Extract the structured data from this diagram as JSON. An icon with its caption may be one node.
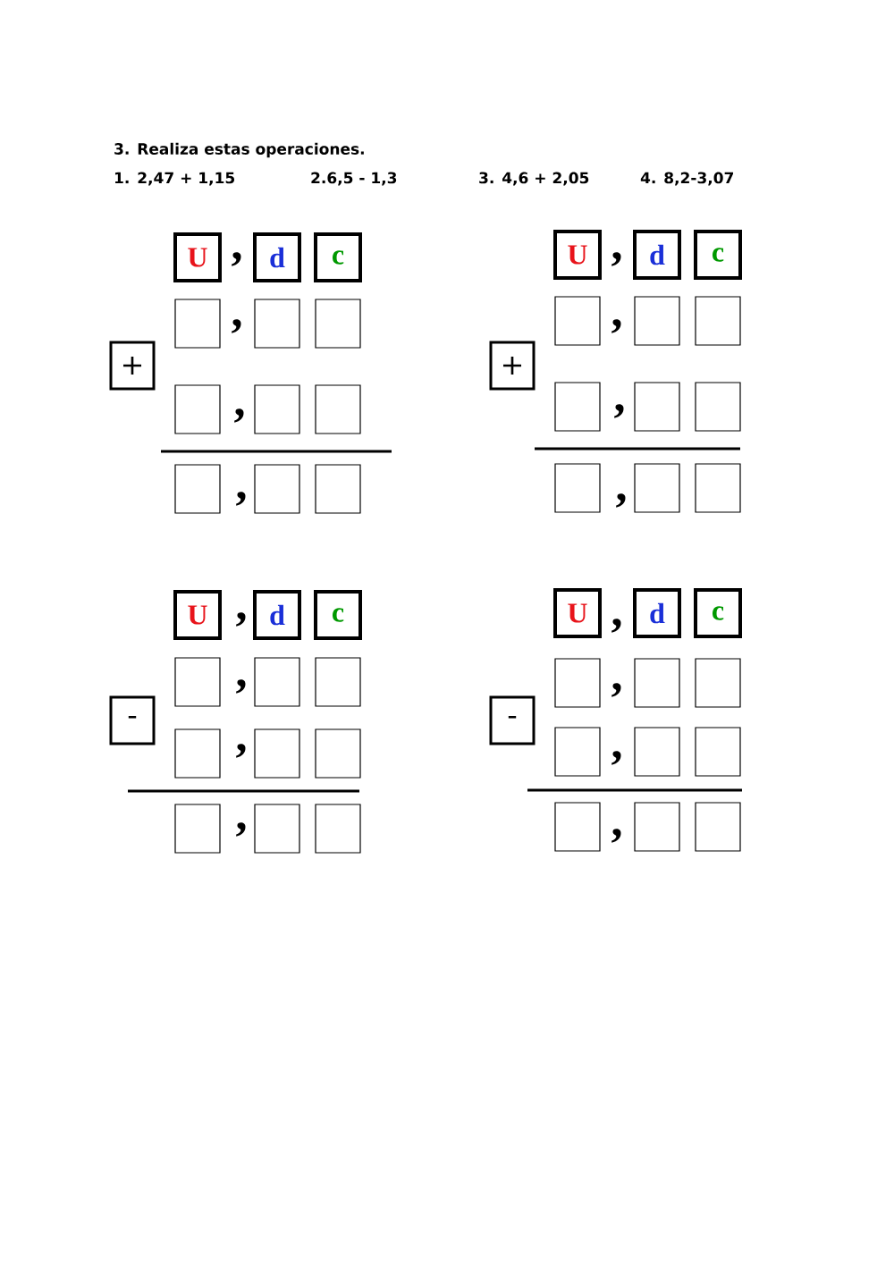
{
  "diagram": {
    "title": "3. Realiza estas operaciones.",
    "nodes": [
      {
        "text": [
          "U"
        ]
      },
      {
        "text": [
          "d"
        ]
      },
      {
        "text": [
          "c"
        ]
      },
      {
        "text": [
          "+"
        ]
      },
      {
        "text": [],
        "shape": "box"
      },
      {
        "text": [],
        "shape": "box"
      },
      {
        "text": [],
        "shape": "box"
      },
      {
        "text": [],
        "shape": "box"
      },
      {
        "text": [],
        "shape": "box"
      },
      {
        "text": [],
        "shape": "box"
      },
      {
        "text": [],
        "shape": "box"
      },
      {
        "text": [],
        "shape": "box"
      },
      {
        "text": [],
        "shape": "box"
      },
      {
        "text": [
          "U"
        ]
      },
      {
        "text": [
          "d"
        ]
      },
      {
        "text": [
          "c"
        ]
      },
      {
        "text": [
          "+"
        ]
      },
      {
        "text": [],
        "shape": "box"
      },
      {
        "text": [],
        "shape": "box"
      },
      {
        "text": [],
        "shape": "box"
      },
      {
        "text": [],
        "shape": "box"
      },
      {
        "text": [],
        "shape": "box"
      },
      {
        "text": [],
        "shape": "box"
      },
      {
        "text": [],
        "shape": "box"
      },
      {
        "text": [],
        "shape": "box"
      },
      {
        "text": [],
        "shape": "box"
      },
      {
        "text": [
          "U"
        ]
      },
      {
        "text": [
          "d"
        ]
      },
      {
        "text": [
          "c"
        ]
      },
      {
        "text": [
          "-"
        ]
      },
      {
        "text": [],
        "shape": "box"
      },
      {
        "text": [],
        "shape": "box"
      },
      {
        "text": [],
        "shape": "box"
      },
      {
        "text": [],
        "shape": "box"
      },
      {
        "text": [],
        "shape": "box"
      },
      {
        "text": [],
        "shape": "box"
      },
      {
        "text": [],
        "shape": "box"
      },
      {
        "text": [],
        "shape": "box"
      },
      {
        "text": [],
        "shape": "box"
      },
      {
        "text": [
          "U"
        ]
      },
      {
        "text": [
          "d"
        ]
      },
      {
        "text": [
          "c"
        ]
      },
      {
        "text": [
          "-"
        ]
      },
      {
        "text": [],
        "shape": "box"
      },
      {
        "text": [],
        "shape": "box"
      },
      {
        "text": [],
        "shape": "box"
      },
      {
        "text": [],
        "shape": "box"
      },
      {
        "text": [],
        "shape": "box"
      },
      {
        "text": [],
        "shape": "box"
      },
      {
        "text": [],
        "shape": "box"
      },
      {
        "text": [],
        "shape": "box"
      },
      {
        "text": [],
        "shape": "box"
      }
    ],
    "labels": [
      "1. 2,47 + 1,15",
      "2.6,5 - 1,3",
      "3. 4,6 + 2,05",
      "4. 8,2-3,07",
      ",",
      ",",
      ",",
      ",",
      ",",
      ",",
      ",",
      ",",
      ",",
      ",",
      ",",
      ",",
      ",",
      ",",
      ",",
      ","
    ]
  }
}
